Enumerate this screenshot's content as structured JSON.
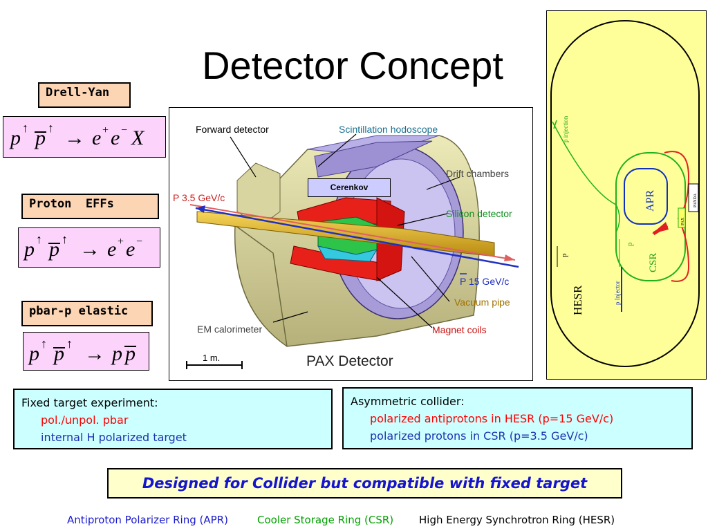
{
  "slide": {
    "title": "Detector Concept",
    "processes": [
      {
        "label": "Drell-Yan",
        "formula": "p↑ p̄↑ → e⁺e⁻ X"
      },
      {
        "label": "Proton  EFFs",
        "formula": "p↑ p̄↑ → e⁺e⁻"
      },
      {
        "label": "pbar-p elastic",
        "formula": "p↑ p̄↑ → p p̄"
      }
    ],
    "detector": {
      "title": "PAX Detector",
      "scale": "1 m.",
      "labels": {
        "forward": "Forward detector",
        "scint": "Scintillation hodoscope",
        "cerenkov": "Cerenkov",
        "drift": "Drift chambers",
        "p_beam": "P 3.5 GeV/c",
        "silicon": "Silicon detector",
        "pbar_beam": "P 15 GeV/c",
        "vacuum": "Vacuum pipe",
        "em": "EM calorimeter",
        "magnet": "Magnet coils"
      }
    },
    "ring_map": {
      "hesr": "HESR",
      "csr": "CSR",
      "apr": "APR",
      "panda": "PANDA",
      "pax": "PAX",
      "pbar_injection": "p injection",
      "p_injector": "p Injector",
      "pbar_arrow": "p",
      "p_arrow": "p"
    },
    "fixed_target": {
      "heading": "Fixed target experiment:",
      "line1": "pol./unpol. pbar",
      "line2": "internal H polarized target"
    },
    "collider": {
      "heading": "Asymmetric collider:",
      "line1": "polarized antiprotons in HESR (p=15 GeV/c)",
      "line2": "polarized protons in CSR (p=3.5 GeV/c)"
    },
    "banner": "Designed for Collider but compatible with fixed target",
    "footer": {
      "apr": "Antiproton Polarizer Ring (APR)",
      "csr": "Cooler Storage Ring  (CSR)",
      "hesr": "High Energy Synchrotron Ring  (HESR)"
    },
    "colors": {
      "tag_bg": "#fcd5b4",
      "formula_bg": "#fbd3fb",
      "info_bg": "#ccffff",
      "map_bg": "#ffff99",
      "banner_text": "#1515d0"
    }
  }
}
